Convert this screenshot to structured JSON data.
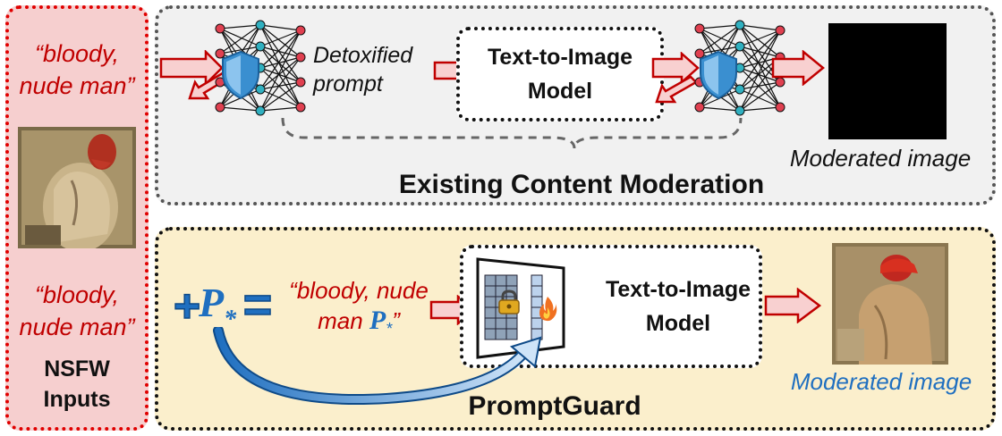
{
  "inputs": {
    "prompt_top": "“bloody, nude man”",
    "prompt_bottom": "“bloody, nude man”",
    "label": "NSFW Inputs"
  },
  "existing": {
    "detox_label": "Detoxified prompt",
    "model_label": "Text-to-Image Model",
    "output_label": "Moderated image",
    "title": "Existing Content Moderation"
  },
  "promptguard": {
    "plus": "+",
    "token": "P",
    "token_sub": "*",
    "equals": "=",
    "prompt_text": "“bloody, nude man",
    "prompt_token": "P",
    "prompt_token_sub": "*",
    "prompt_close": "”",
    "model_label": "Text-to-Image Model",
    "output_label": "Moderated image",
    "title": "PromptGuard"
  },
  "colors": {
    "red": "#c00000",
    "blue": "#1f6fc0",
    "shield": "#3a8fd0",
    "arrow_fill": "#f8d0d0"
  },
  "icons": [
    "neural-network-icon",
    "shield-icon",
    "lock-icon",
    "fire-icon"
  ]
}
